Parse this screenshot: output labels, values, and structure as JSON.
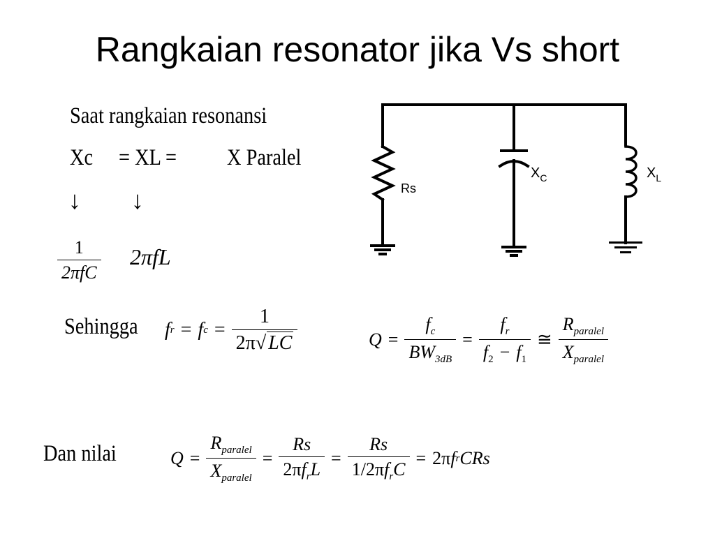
{
  "slide": {
    "title": "Rangkaian resonator jika Vs short",
    "line1": "Saat rangkaian resonansi",
    "xc": "Xc",
    "eq_xl": "= XL =",
    "x_paralel": "X Paralel",
    "arrow": "↓",
    "one": "1",
    "two_pi_f_c": "2πfC",
    "two_pi_f_l": "2πfL",
    "sehingga": "Sehingga",
    "dan_nilai": "Dan nilai"
  },
  "circuit": {
    "rs_label": "Rs",
    "xc_main": "X",
    "xc_sub": "C",
    "xl_main": "X",
    "xl_sub": "L"
  },
  "formulas": {
    "f": "f",
    "r": "r",
    "c": "c",
    "eq": "=",
    "one": "1",
    "two_pi": "2π",
    "lc": "LC",
    "q": "Q",
    "bw": "BW",
    "three_db": "3dB",
    "f2": "f",
    "two": "2",
    "minus": "−",
    "f1": "f",
    "one_sub": "1",
    "approx": "≅",
    "r_big": "R",
    "x_big": "X",
    "paralel": "paralel",
    "rs": "Rs",
    "l": "L",
    "c_cap": "C",
    "one_over_two_pi": "1/2π",
    "two_pi_only": "2π",
    "crs": "CRs"
  }
}
